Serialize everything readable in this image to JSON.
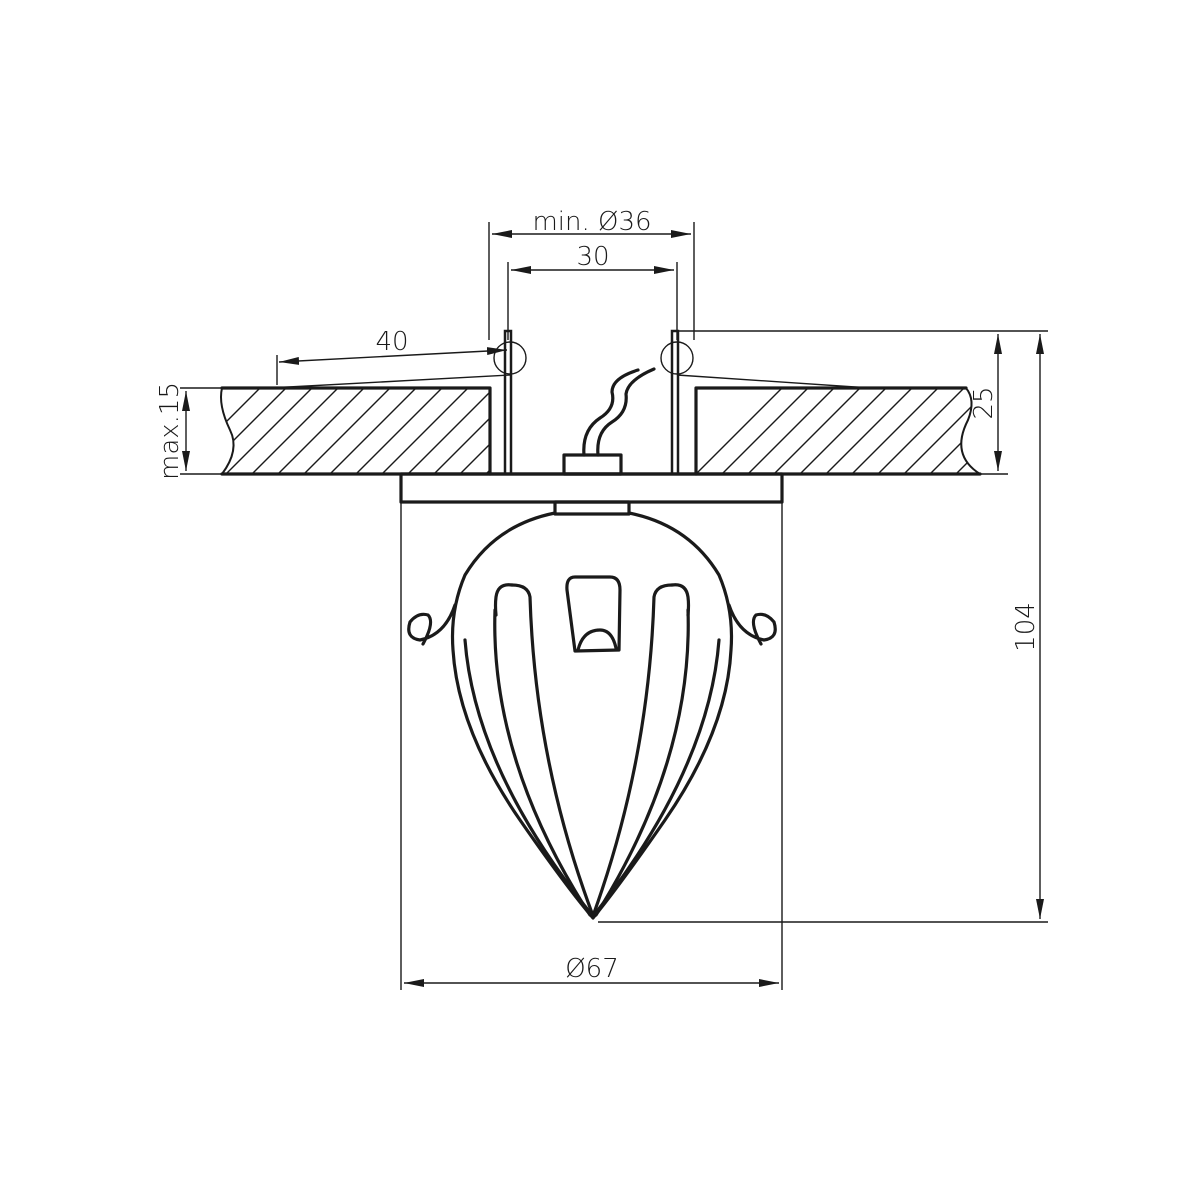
{
  "drawing": {
    "title": "Recessed ceiling spotlight technical drawing",
    "line_color": "#1a1a1a",
    "background": "#ffffff",
    "dimensions": {
      "cutout_min": "min. Ø36",
      "spring_span": "30",
      "spring_reach": "40",
      "ceiling_thickness": "max.15",
      "recess_depth": "25",
      "total_height": "104",
      "diameter": "Ø67"
    },
    "parts": [
      "ceiling panel (hatched section)",
      "spring clips",
      "mounting ring",
      "wire connector",
      "decorative teardrop shade"
    ]
  }
}
